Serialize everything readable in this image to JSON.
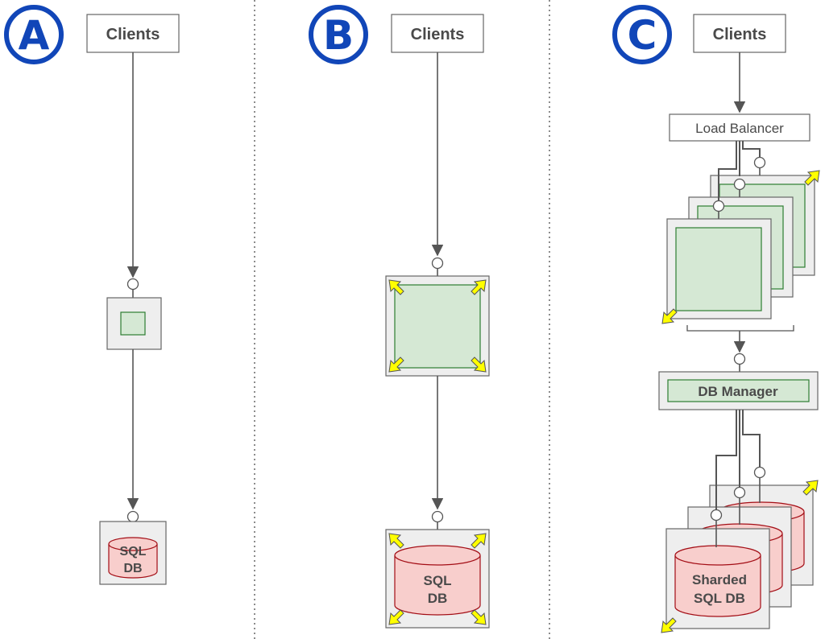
{
  "panels": [
    {
      "id": "A",
      "badge": "A",
      "clients": "Clients",
      "db_line1": "SQL",
      "db_line2": "DB"
    },
    {
      "id": "B",
      "badge": "B",
      "clients": "Clients",
      "db_line1": "SQL",
      "db_line2": "DB"
    },
    {
      "id": "C",
      "badge": "C",
      "clients": "Clients",
      "load_balancer": "Load Balancer",
      "db_manager": "DB Manager",
      "db_line1": "Sharded",
      "db_line2": "SQL DB"
    }
  ],
  "colors": {
    "badge_blue": "#1146b8",
    "server_green_fill": "#d5e8d4",
    "server_green_border": "#2e7d32",
    "db_pink_fill": "#f8cecc",
    "db_red_border": "#a30d15",
    "container_gray": "#eeeeee",
    "arrow_yellow": "#ffff00"
  }
}
